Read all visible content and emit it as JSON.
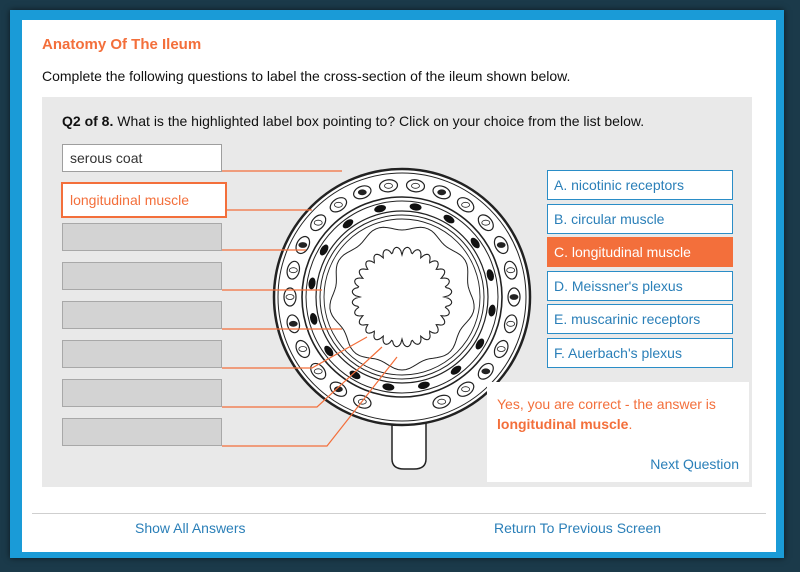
{
  "lesson": {
    "title": "Anatomy Of The Ileum",
    "instructions": "Complete the following questions to label the cross-section of the ileum shown below."
  },
  "question": {
    "number": "Q2 of 8.",
    "prompt": "What is the highlighted label box pointing to? Click on your choice from the list below."
  },
  "labels": [
    {
      "text": "serous coat",
      "state": "filled"
    },
    {
      "text": "longitudinal muscle",
      "state": "active"
    },
    {
      "text": "",
      "state": "empty"
    },
    {
      "text": "",
      "state": "empty"
    },
    {
      "text": "",
      "state": "empty"
    },
    {
      "text": "",
      "state": "empty"
    },
    {
      "text": "",
      "state": "empty"
    },
    {
      "text": "",
      "state": "empty"
    }
  ],
  "choices": [
    {
      "label": "A. nicotinic receptors",
      "selected": false
    },
    {
      "label": "B. circular muscle",
      "selected": false
    },
    {
      "label": "C. longitudinal muscle",
      "selected": true
    },
    {
      "label": "D. Meissner's plexus",
      "selected": false
    },
    {
      "label": "E. muscarinic receptors",
      "selected": false
    },
    {
      "label": "F. Auerbach's plexus",
      "selected": false
    }
  ],
  "feedback": {
    "message": "Yes, you are correct - the answer is",
    "answer": "longitudinal muscle",
    "suffix": ".",
    "next_label": "Next Question"
  },
  "footer": {
    "show_all": "Show All Answers",
    "return": "Return To Previous Screen"
  },
  "colors": {
    "accent": "#f36f3b",
    "link": "#2a7fb8",
    "frame": "#1a9bd7"
  }
}
